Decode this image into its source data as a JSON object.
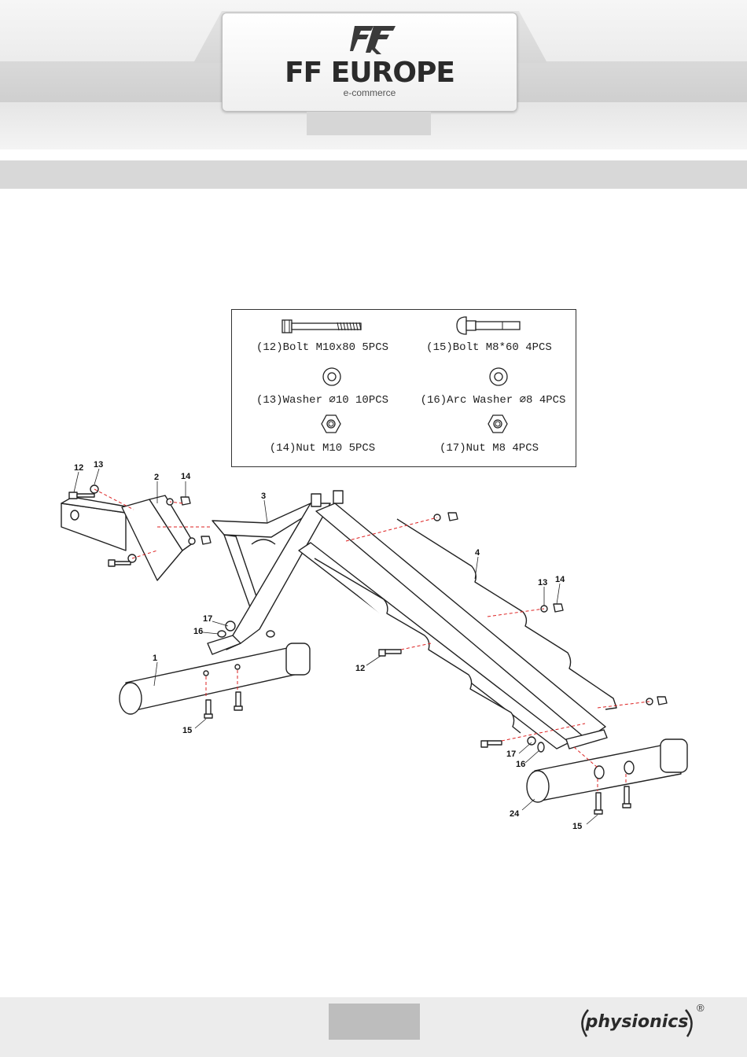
{
  "header": {
    "logo_title": "FF EUROPE",
    "logo_subtitle": "e-commerce"
  },
  "parts": [
    {
      "label": "(12)Bolt M10x80 5PCS",
      "icon": "long-bolt-icon"
    },
    {
      "label": "(15)Bolt M8*60 4PCS",
      "icon": "carriage-bolt-icon"
    },
    {
      "label": "(13)Washer ⌀10 10PCS",
      "icon": "washer-icon"
    },
    {
      "label": "(16)Arc Washer ⌀8 4PCS",
      "icon": "arc-washer-icon"
    },
    {
      "label": "(14)Nut M10 5PCS",
      "icon": "hex-nut-icon"
    },
    {
      "label": "(17)Nut M8 4PCS",
      "icon": "hex-nut-icon"
    }
  ],
  "callouts": {
    "c12a": "12",
    "c13a": "13",
    "c2": "2",
    "c14a": "14",
    "c3": "3",
    "c4": "4",
    "c13b": "13",
    "c14b": "14",
    "c17a": "17",
    "c16a": "16",
    "c1": "1",
    "c12b": "12",
    "c15a": "15",
    "c17b": "17",
    "c16b": "16",
    "c24": "24",
    "c15b": "15"
  },
  "footer": {
    "brand": "physionics",
    "registered": "®"
  }
}
